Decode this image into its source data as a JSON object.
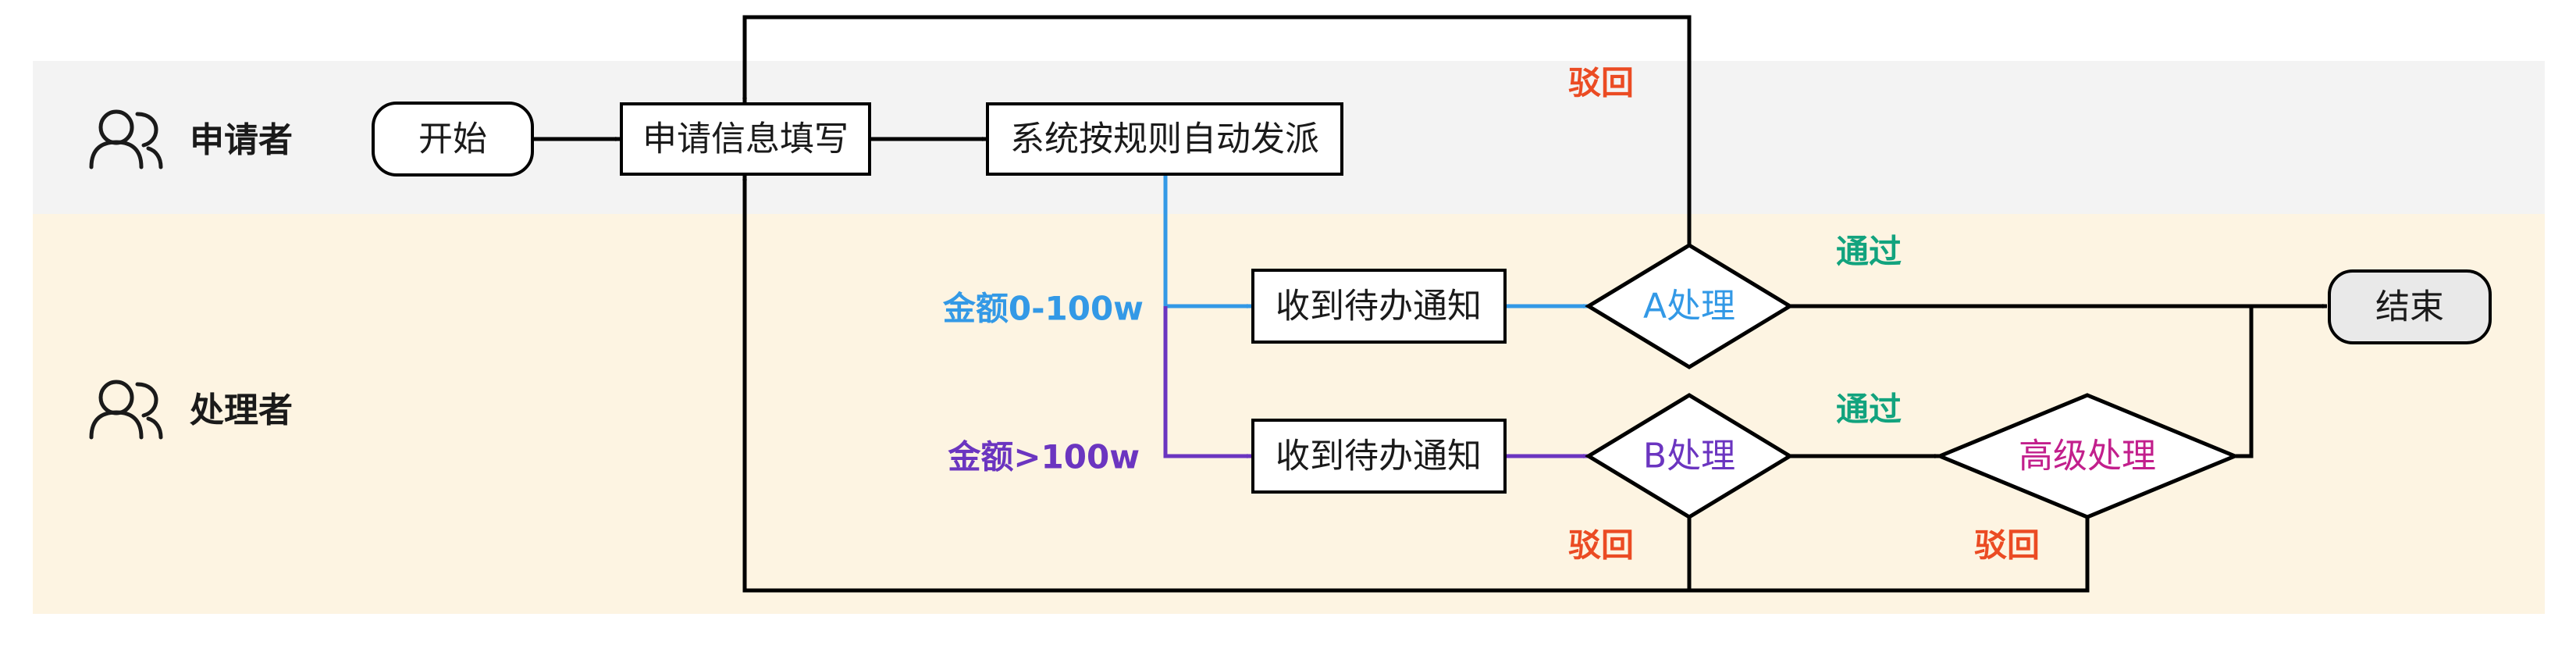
{
  "lanes": {
    "applicant": "申请者",
    "handler": "处理者"
  },
  "nodes": {
    "start": "开始",
    "fill_info": "申请信息填写",
    "auto_dispatch": "系统按规则自动发派",
    "todo_a": "收到待办通知",
    "todo_b": "收到待办通知",
    "proc_a": "A处理",
    "proc_b": "B处理",
    "proc_senior": "高级处理",
    "end": "结束"
  },
  "conditions": {
    "amount_low": "金额0-100w",
    "amount_high": "金额>100w"
  },
  "edge_labels": {
    "reject_top": "驳回",
    "pass_a": "通过",
    "pass_b": "通过",
    "reject_b": "驳回",
    "reject_senior": "驳回"
  },
  "colors": {
    "applicant_lane": "#f3f3f3",
    "handler_lane": "#fdf4e2",
    "blue": "#3399e6",
    "purple": "#6b35c0",
    "green": "#12a37e",
    "red": "#eb4b23",
    "magenta": "#c21f8c",
    "line": "#000000"
  }
}
